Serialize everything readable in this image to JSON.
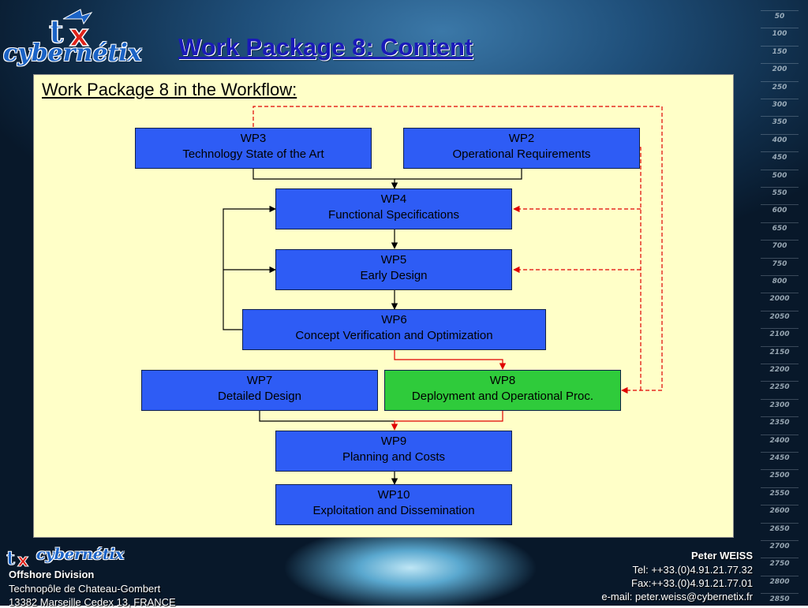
{
  "slide": {
    "title": "Work Package 8: Content",
    "subtitle": "Work Package 8 in the Workflow:"
  },
  "logo": {
    "name": "cybernétix",
    "mark": "tx"
  },
  "depth_scale": [
    "50",
    "100",
    "150",
    "200",
    "250",
    "300",
    "350",
    "400",
    "450",
    "500",
    "550",
    "600",
    "650",
    "700",
    "750",
    "800",
    "2000",
    "2050",
    "2100",
    "2150",
    "2200",
    "2250",
    "2300",
    "2350",
    "2400",
    "2450",
    "2500",
    "2550",
    "2600",
    "2650",
    "2700",
    "2750",
    "2800",
    "2850"
  ],
  "workflow": {
    "boxes": [
      {
        "id": "wp3",
        "code": "WP3",
        "label": "Technology State of the Art",
        "active": false
      },
      {
        "id": "wp2",
        "code": "WP2",
        "label": "Operational Requirements",
        "active": false
      },
      {
        "id": "wp4",
        "code": "WP4",
        "label": "Functional Specifications",
        "active": false
      },
      {
        "id": "wp5",
        "code": "WP5",
        "label": "Early Design",
        "active": false
      },
      {
        "id": "wp6",
        "code": "WP6",
        "label": "Concept Verification and Optimization",
        "active": false
      },
      {
        "id": "wp7",
        "code": "WP7",
        "label": "Detailed Design",
        "active": false
      },
      {
        "id": "wp8",
        "code": "WP8",
        "label": "Deployment and Operational Proc.",
        "active": true
      },
      {
        "id": "wp9",
        "code": "WP9",
        "label": "Planning and Costs",
        "active": false
      },
      {
        "id": "wp10",
        "code": "WP10",
        "label": "Exploitation and Dissemination",
        "active": false
      }
    ],
    "colors": {
      "box": "#2e5cf5",
      "active": "#2fcb3b",
      "link": "#000000",
      "feedback": "#e00000"
    }
  },
  "footer": {
    "division": "Offshore Division",
    "address1": "Technopôle de Chateau-Gombert",
    "address2": "13382 Marseille Cedex 13, FRANCE",
    "contact_name": "Peter WEISS",
    "tel": "Tel: ++33.(0)4.91.21.77.32",
    "fax": "Fax:++33.(0)4.91.21.77.01",
    "email": "e-mail: peter.weiss@cybernetix.fr"
  }
}
